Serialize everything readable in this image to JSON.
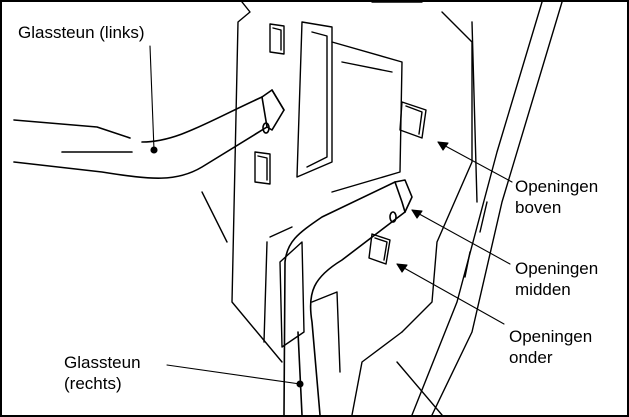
{
  "labels": {
    "glass_support_left": "Glassteun (links)",
    "openings_top": [
      "Openingen",
      "boven"
    ],
    "openings_middle": [
      "Openingen",
      "midden"
    ],
    "openings_bottom": [
      "Openingen",
      "onder"
    ],
    "glass_support_right": [
      "Glassteun",
      "(rechts)"
    ]
  },
  "colors": {
    "line": "#000000",
    "background": "#ffffff"
  }
}
